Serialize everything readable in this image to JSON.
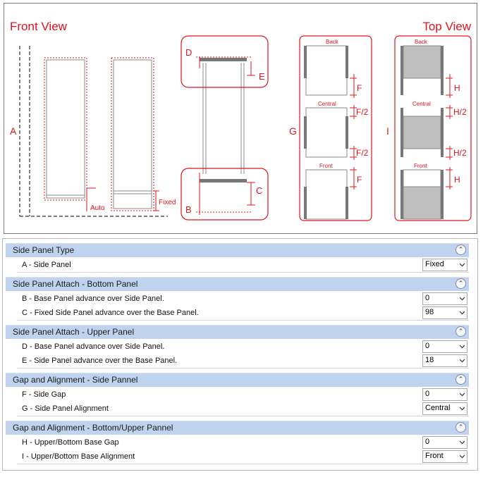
{
  "diagram": {
    "front_view_title": "Front View",
    "top_view_title": "Top View",
    "labels": {
      "A": "A",
      "B": "B",
      "C": "C",
      "D": "D",
      "E": "E",
      "F": "F",
      "F2": "F/2",
      "G": "G",
      "H": "H",
      "H2": "H/2",
      "I": "I",
      "auto": "Auto",
      "fixed": "Fixed",
      "back": "Back",
      "central": "Central",
      "front": "Front"
    },
    "accent_color": "#e0141e"
  },
  "sections": [
    {
      "title": "Side Panel Type",
      "rows": [
        {
          "label": "A - Side Panel",
          "value": "Fixed"
        }
      ]
    },
    {
      "title": "Side Panel Attach - Bottom Panel",
      "rows": [
        {
          "label": "B - Base Panel advance over Side Panel.",
          "value": "0"
        },
        {
          "label": "C - Fixed Side Panel advance over the Base Panel.",
          "value": "98"
        }
      ]
    },
    {
      "title": "Side Panel Attach - Upper Panel",
      "rows": [
        {
          "label": "D - Base Panel advance over Side Panel.",
          "value": "0"
        },
        {
          "label": "E - Side Panel advance over the Base Panel.",
          "value": "18"
        }
      ]
    },
    {
      "title": "Gap and Alignment -  Side Pannel",
      "rows": [
        {
          "label": "F - Side Gap",
          "value": "0"
        },
        {
          "label": "G - Side Panel Alignment",
          "value": "Central"
        }
      ]
    },
    {
      "title": "Gap and Alignment - Bottom/Upper Pannel",
      "rows": [
        {
          "label": "H - Upper/Bottom Base Gap",
          "value": "0"
        },
        {
          "label": "I - Upper/Bottom Base Alignment",
          "value": "Front"
        }
      ]
    }
  ]
}
